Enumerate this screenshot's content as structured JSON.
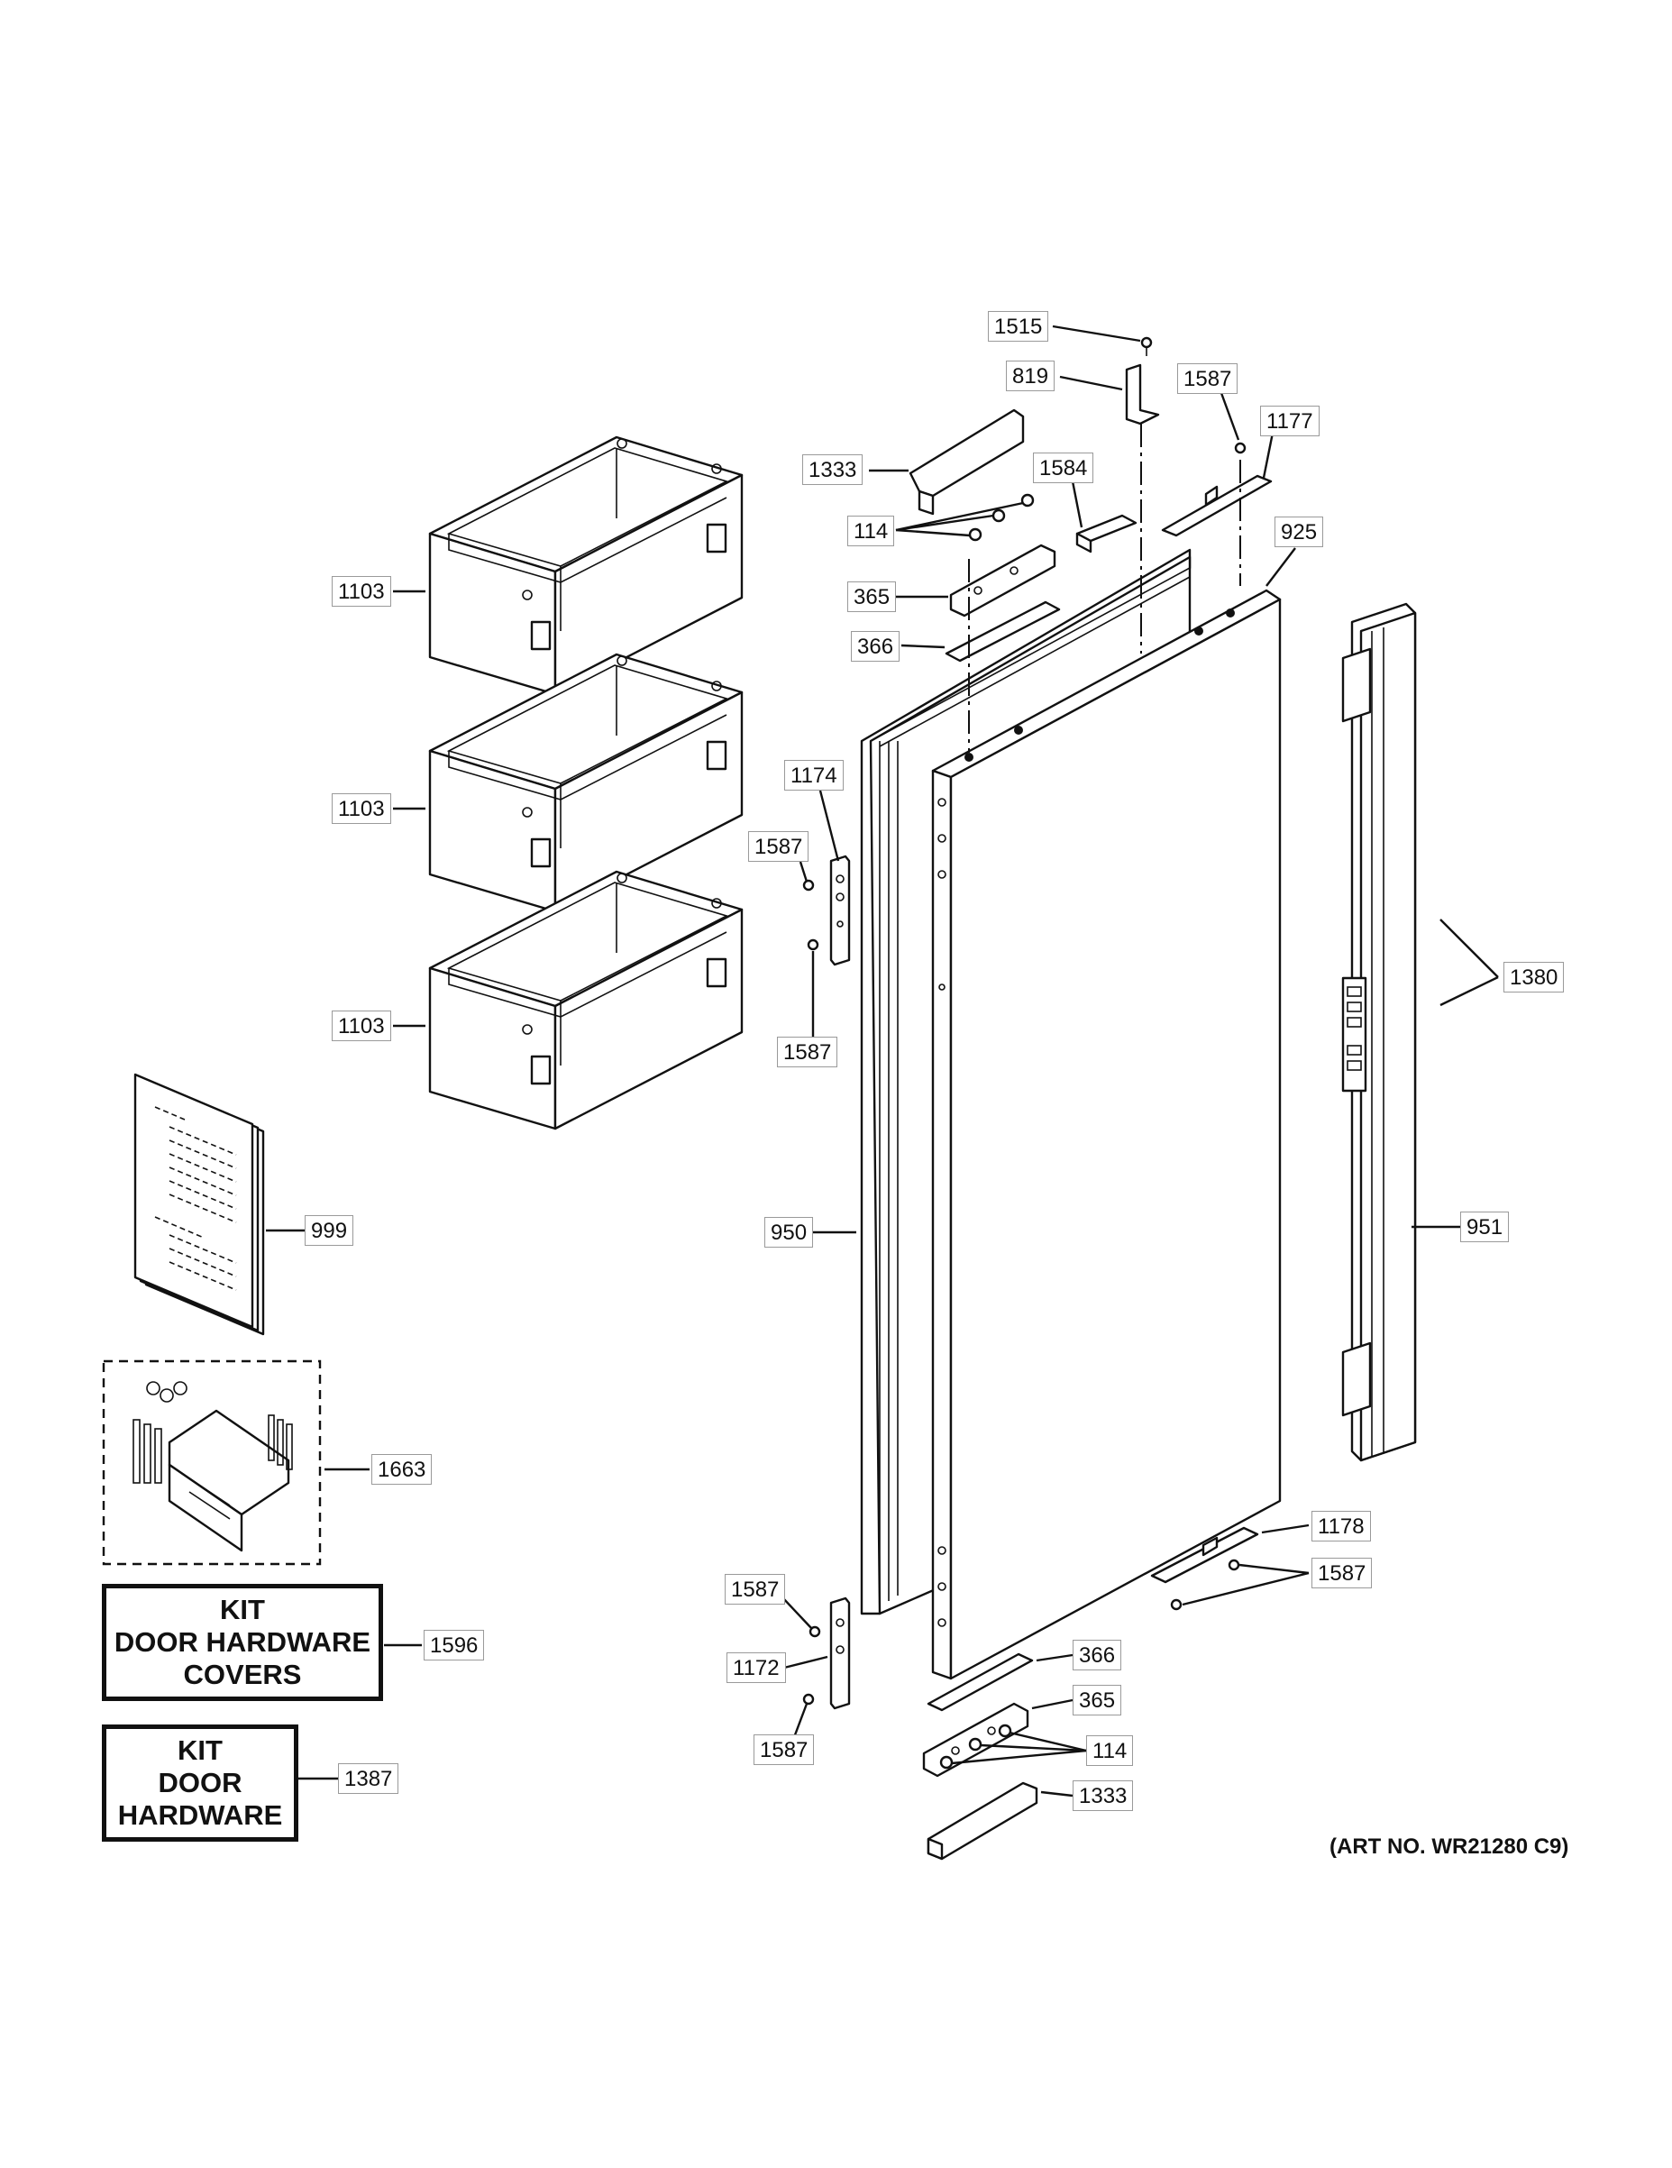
{
  "callouts": [
    {
      "id": "c-1515",
      "label": "1515"
    },
    {
      "id": "c-819",
      "label": "819"
    },
    {
      "id": "c-1587-top",
      "label": "1587"
    },
    {
      "id": "c-1177",
      "label": "1177"
    },
    {
      "id": "c-1333-top",
      "label": "1333"
    },
    {
      "id": "c-1584",
      "label": "1584"
    },
    {
      "id": "c-114-top",
      "label": "114"
    },
    {
      "id": "c-925",
      "label": "925"
    },
    {
      "id": "c-365-top",
      "label": "365"
    },
    {
      "id": "c-366-top",
      "label": "366"
    },
    {
      "id": "c-1103-a",
      "label": "1103"
    },
    {
      "id": "c-1103-b",
      "label": "1103"
    },
    {
      "id": "c-1103-c",
      "label": "1103"
    },
    {
      "id": "c-1174",
      "label": "1174"
    },
    {
      "id": "c-1587-left-a",
      "label": "1587"
    },
    {
      "id": "c-1587-left-b",
      "label": "1587"
    },
    {
      "id": "c-1380",
      "label": "1380"
    },
    {
      "id": "c-999",
      "label": "999"
    },
    {
      "id": "c-950",
      "label": "950"
    },
    {
      "id": "c-951",
      "label": "951"
    },
    {
      "id": "c-1663",
      "label": "1663"
    },
    {
      "id": "c-1178",
      "label": "1178"
    },
    {
      "id": "c-1587-right",
      "label": "1587"
    },
    {
      "id": "c-1587-bottom-a",
      "label": "1587"
    },
    {
      "id": "c-1596",
      "label": "1596"
    },
    {
      "id": "c-1172",
      "label": "1172"
    },
    {
      "id": "c-366-bottom",
      "label": "366"
    },
    {
      "id": "c-365-bottom",
      "label": "365"
    },
    {
      "id": "c-114-bottom",
      "label": "114"
    },
    {
      "id": "c-1587-bottom-b",
      "label": "1587"
    },
    {
      "id": "c-1333-bottom",
      "label": "1333"
    },
    {
      "id": "c-1387",
      "label": "1387"
    }
  ],
  "kits": [
    {
      "id": "kit-covers",
      "lines": [
        "KIT",
        "DOOR HARDWARE",
        "COVERS"
      ]
    },
    {
      "id": "kit-hardware",
      "lines": [
        "KIT",
        "DOOR",
        "HARDWARE"
      ]
    }
  ],
  "art_number": "(ART NO. WR21280 C9)"
}
